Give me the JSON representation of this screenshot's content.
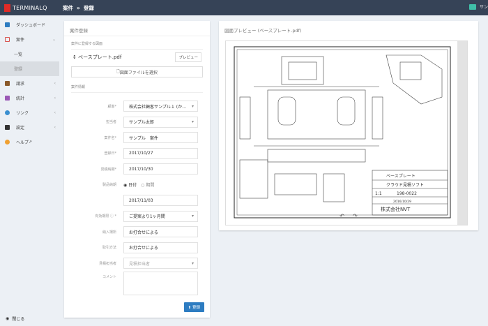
{
  "header": {
    "brand": "TERMINALQ",
    "breadcrumb": [
      "案件",
      "登録"
    ],
    "separator": "»",
    "user": "サン"
  },
  "sidebar": {
    "items": [
      {
        "label": "ダッシュボード",
        "icon": "dashboard-icon",
        "color": "#2d7cc1"
      },
      {
        "label": "案件",
        "icon": "file-icon",
        "color": "#d9534f",
        "sub": [
          "一覧",
          "登録"
        ]
      },
      {
        "label": "請求",
        "icon": "truck-icon",
        "color": "#8b5a2b"
      },
      {
        "label": "統計",
        "icon": "chart-icon",
        "color": "#9b59b6"
      },
      {
        "label": "リンク",
        "icon": "link-icon",
        "color": "#3a8fd0"
      },
      {
        "label": "設定",
        "icon": "wrench-icon",
        "color": "#333333"
      },
      {
        "label": "ヘルプ",
        "icon": "help-icon",
        "color": "#f0a030"
      }
    ],
    "close": "閉じる"
  },
  "form": {
    "title": "案件登録",
    "drawing_section": "案件に登録する図面",
    "file_name": "ベースプレート.pdf",
    "preview_button": "プレビュー",
    "select_file_button": "図面ファイルを選択",
    "info_section": "案件情報",
    "fields": [
      {
        "label": "顧客*",
        "value": "株式会社顧客サンプル１ (か…"
      },
      {
        "label": "担当者",
        "value": "サンプル太郎"
      },
      {
        "label": "案件名*",
        "value": "サンプル　案件"
      },
      {
        "label": "登録日*",
        "value": "2017/10/27"
      },
      {
        "label": "見積納期*",
        "value": "2017/10/30"
      },
      {
        "label": "製品納期",
        "option1": "日付",
        "option2": "期間",
        "value": "2017/11/03"
      },
      {
        "label": "有効期限 ⓘ *",
        "value": "ご提案より1ヶ月間"
      },
      {
        "label": "納入場所",
        "value": "お打合せによる"
      },
      {
        "label": "取引方法",
        "value": "お打合せによる"
      },
      {
        "label": "見積担当者",
        "placeholder": "見積担当者"
      },
      {
        "label": "コメント",
        "value": ""
      }
    ],
    "submit": "登録"
  },
  "preview": {
    "title": "図面プレビュー (ベースプレート.pdf)",
    "rotate_left": "↶",
    "rotate_right": "↷",
    "drawing": {
      "part": "ベースプレート",
      "software": "クラウド見積ソフト",
      "scale": "1:1",
      "number": "198-0022",
      "date": "2016/10/29",
      "company": "株式会社NVT"
    }
  }
}
